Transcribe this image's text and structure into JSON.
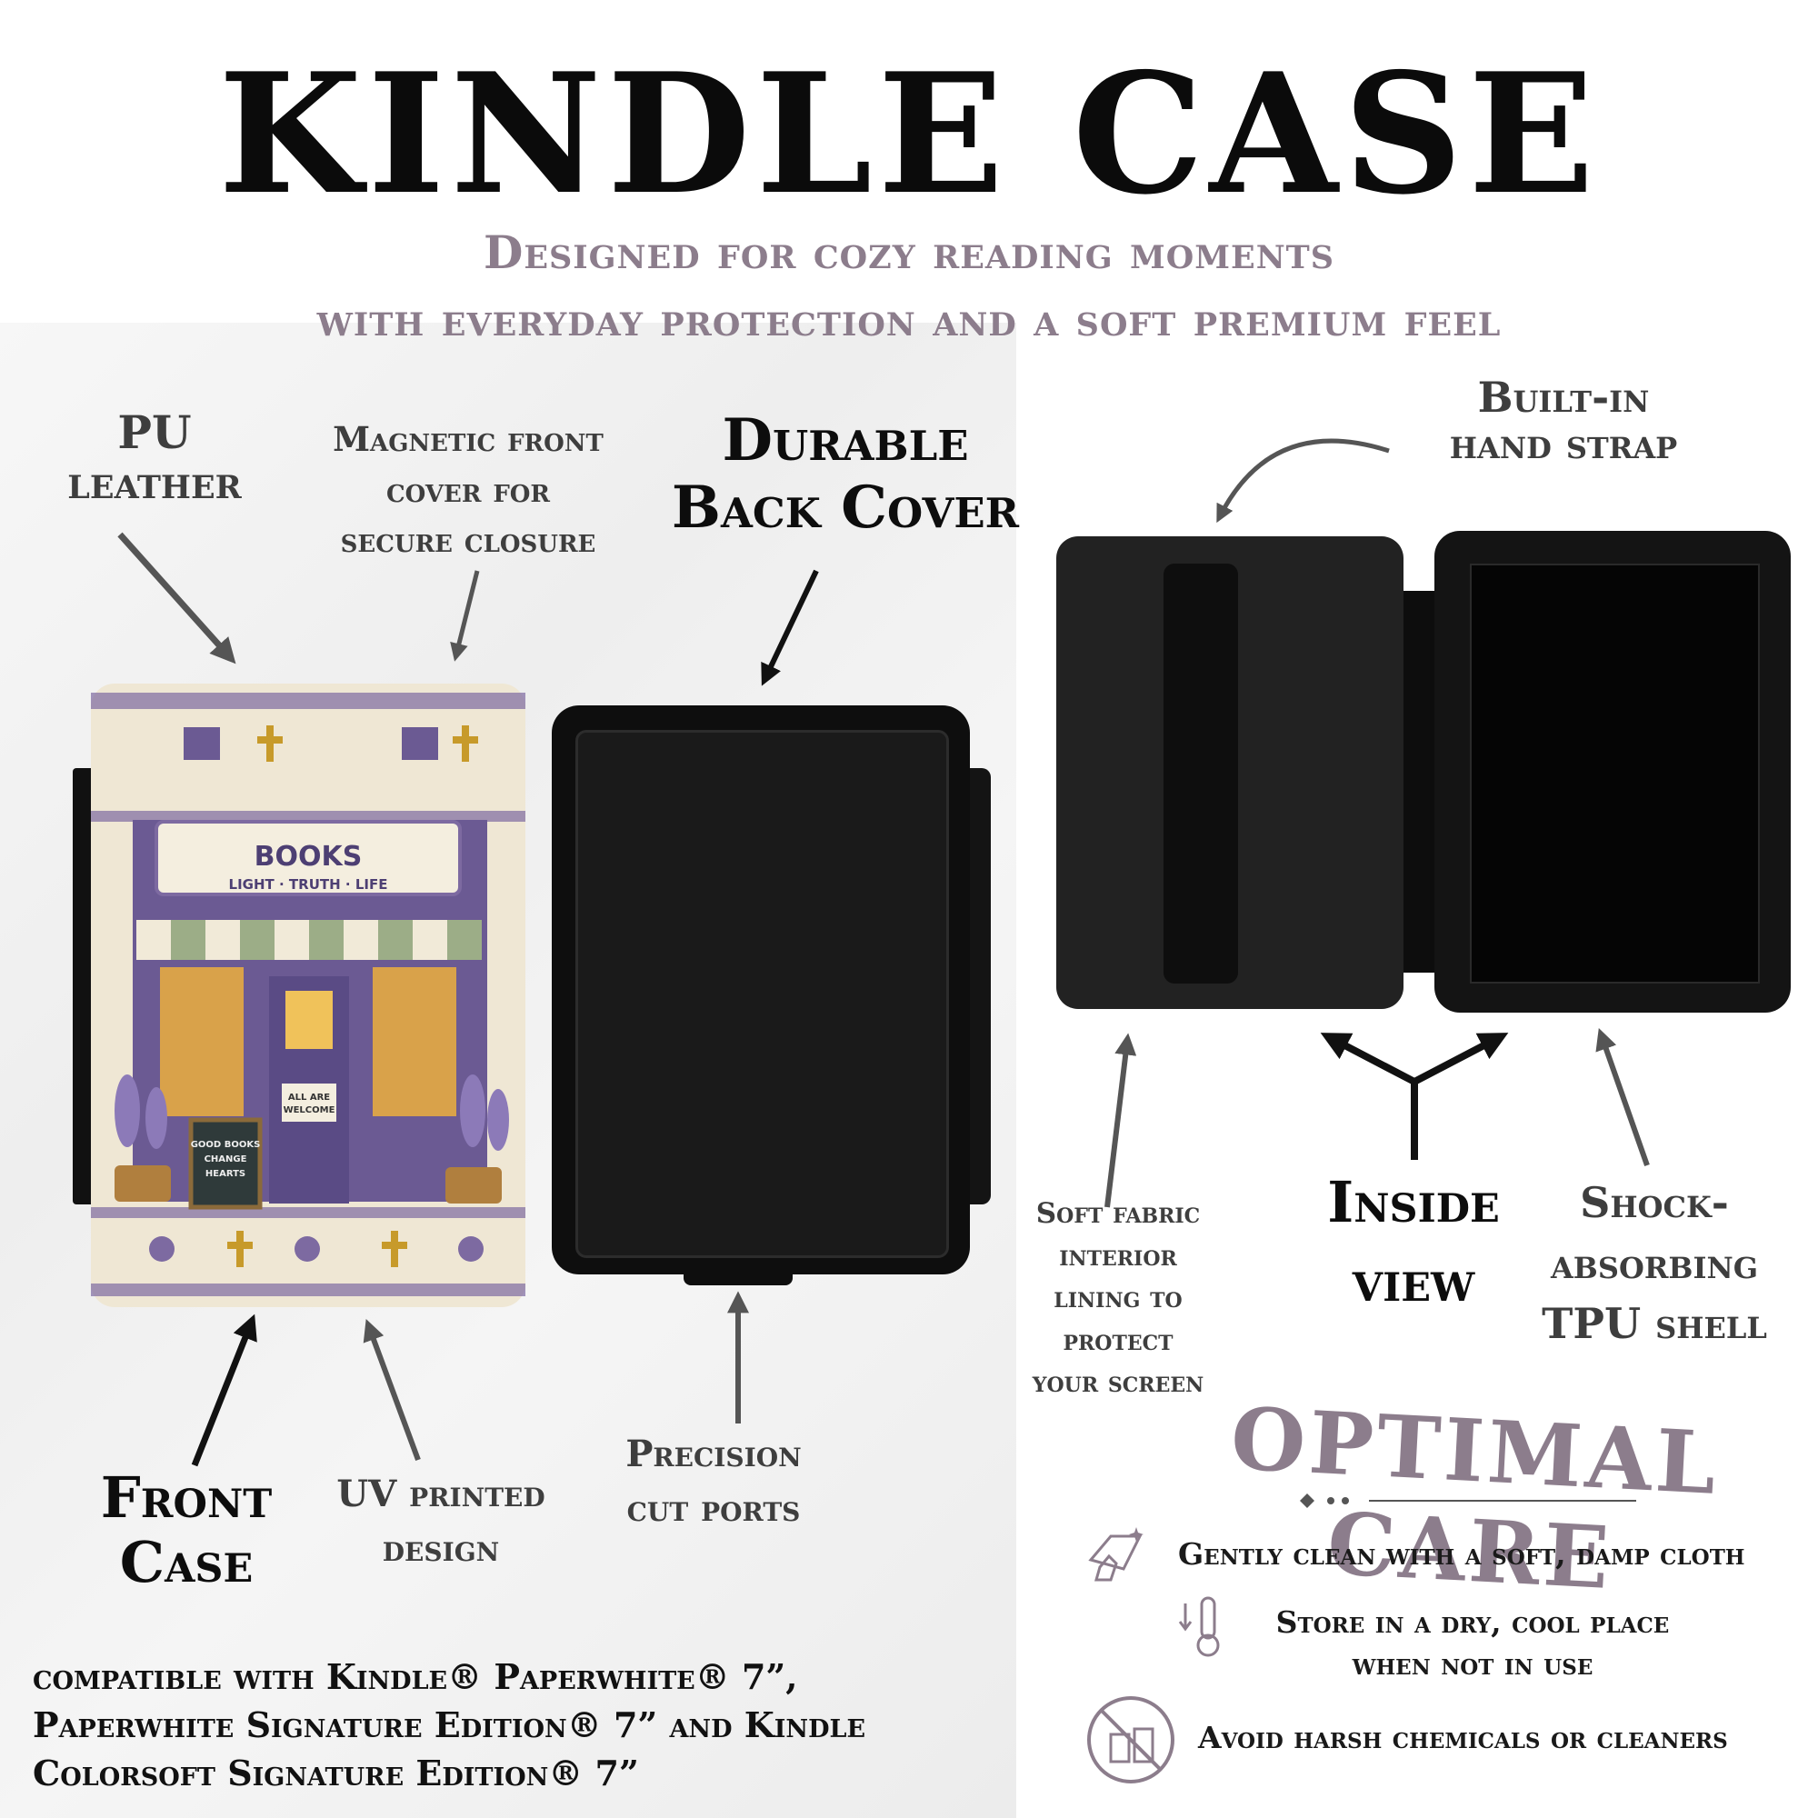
{
  "title": "KINDLE CASE",
  "subtitle_1": "Designed for cozy reading moments",
  "subtitle_2": "with everyday protection and a soft  premium feel",
  "labels": {
    "pu_1": "PU",
    "pu_2": "leather",
    "mag_1": "Magnetic front",
    "mag_2": "cover for",
    "mag_3": "secure closure",
    "durable_1": "Durable",
    "durable_2": "Back Cover",
    "strap_1": "Built-in",
    "strap_2": "hand strap",
    "front_1": "Front",
    "front_2": "Case",
    "uv_1": "UV printed",
    "uv_2": "design",
    "ports_1": "Precision",
    "ports_2": "cut ports",
    "fabric_1": "Soft fabric",
    "fabric_2": "interior",
    "fabric_3": "lining to",
    "fabric_4": "protect",
    "fabric_5": "your screen",
    "inside_1": "Inside",
    "inside_2": "view",
    "shock_1": "Shock-",
    "shock_2": "absorbing",
    "shock_3": "TPU shell"
  },
  "cover_art": {
    "sign_title": "BOOKS",
    "sign_tagline": "LIGHT · TRUTH · LIFE",
    "door_sign_1": "ALL ARE",
    "door_sign_2": "WELCOME",
    "board_1": "GOOD BOOKS",
    "board_2": "CHANGE",
    "board_3": "HEARTS"
  },
  "compat_1": "compatible with Kindle® Paperwhite® 7”,",
  "compat_2": "Paperwhite Signature Edition® 7” and Kindle",
  "compat_3": "Colorsoft Signature Edition® 7”",
  "care": {
    "heading": "OPTIMAL CARE",
    "item_1": "Gently clean with a soft, damp cloth",
    "item_2a": "Store in a dry, cool place",
    "item_2b": "when not in use",
    "item_3": "Avoid harsh chemicals or cleaners",
    "icon_1": "cleaning-cloth-icon",
    "icon_2": "thermometer-icon",
    "icon_3": "no-chemicals-icon"
  },
  "colors": {
    "accent": "#8c7d8c",
    "purple": "#6b5a93",
    "cream": "#efe7d4",
    "case_black": "#141414"
  }
}
